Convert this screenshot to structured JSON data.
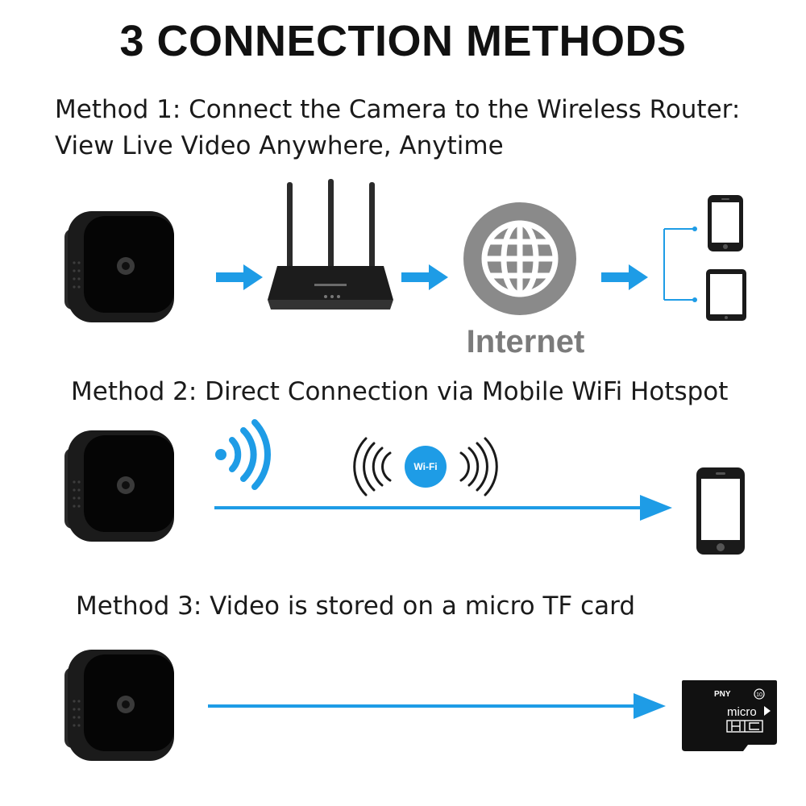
{
  "title": "3 CONNECTION METHODS",
  "methods": [
    {
      "line1": "Method 1: Connect the Camera to the Wireless Router:",
      "line2": "View Live Video Anywhere, Anytime"
    },
    {
      "line1": "Method 2: Direct Connection via Mobile WiFi Hotspot"
    },
    {
      "line1": "Method 3: Video is stored on a micro TF card"
    }
  ],
  "internet_label": "Internet",
  "wifi_badge": "Wi-Fi",
  "sd_card": {
    "brand": "PNY",
    "micro": "micro",
    "class": "10"
  },
  "colors": {
    "arrow": "#1e9ce6",
    "globe": "#8a8a8a",
    "device": "#1a1a1a"
  }
}
